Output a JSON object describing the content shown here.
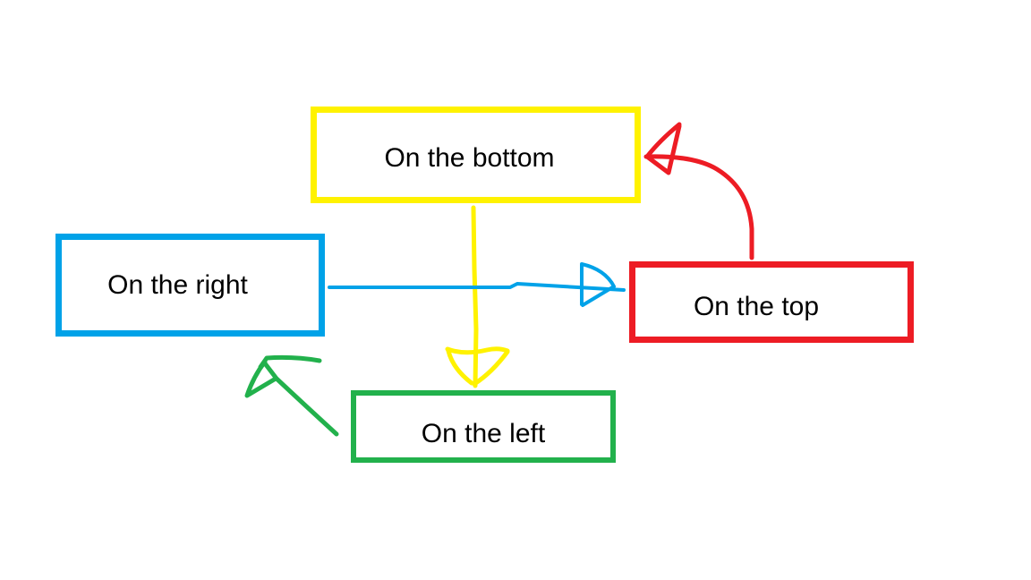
{
  "page": {
    "background": "#FFFFFF",
    "text_color": "#000000"
  },
  "nodes": {
    "bottom": {
      "label": "On the bottom",
      "border_color": "#FFF200",
      "color_name": "yellow"
    },
    "right": {
      "label": "On the right",
      "border_color": "#00A2E8",
      "color_name": "blue"
    },
    "top": {
      "label": "On the top",
      "border_color": "#ED1C24",
      "color_name": "red"
    },
    "left": {
      "label": "On the left",
      "border_color": "#22B14C",
      "color_name": "green"
    }
  },
  "arrows": {
    "red": {
      "color": "#ED1C24",
      "from": "On the top",
      "points_to": "On the bottom",
      "shape": "curves up-left from top of red box to right side of yellow box"
    },
    "blue": {
      "color": "#00A2E8",
      "from": "On the right",
      "points_to": "On the top",
      "shape": "horizontal line pointing right from blue box to red box"
    },
    "yellow": {
      "color": "#FFF200",
      "from": "On the bottom",
      "points_to": "On the left",
      "shape": "vertical line pointing down from yellow box to green box"
    },
    "green": {
      "color": "#22B14C",
      "from": "On the left",
      "points_to": "up-left toward blue box",
      "shape": "diagonal line pointing up-left from near green box"
    }
  }
}
